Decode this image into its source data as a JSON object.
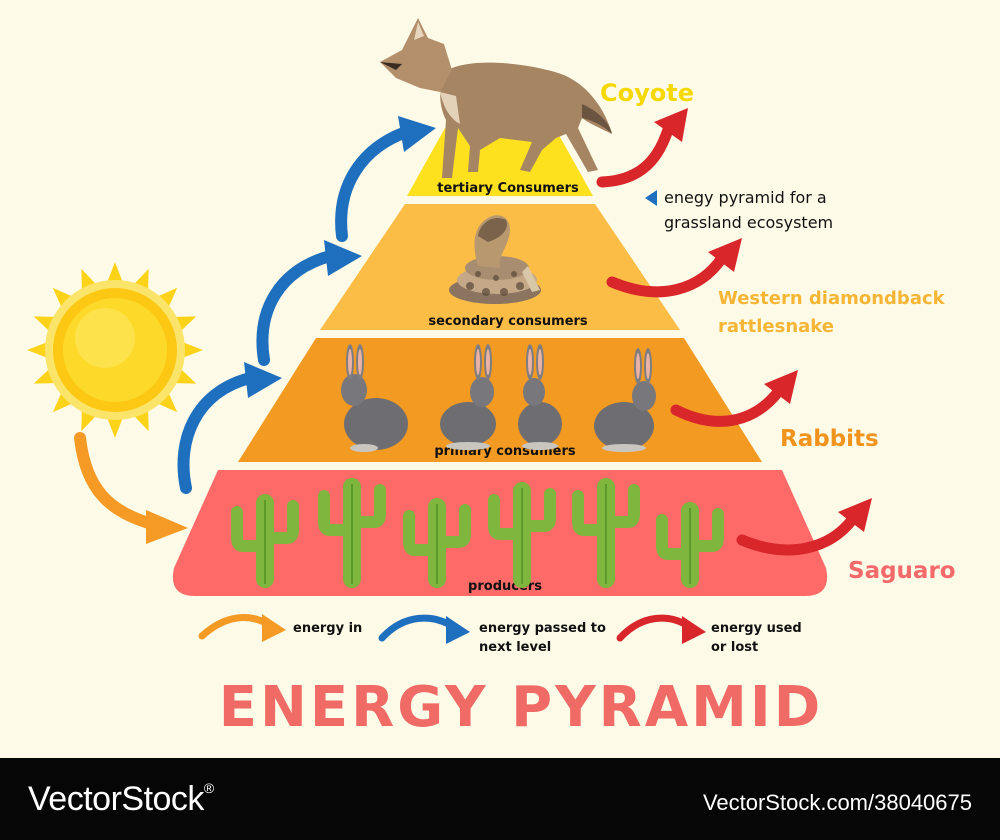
{
  "pyramid": {
    "levels": [
      {
        "label": "tertiary Consumers",
        "organism": "Coyote",
        "color": "#fde01e",
        "name_color": "#f5d800"
      },
      {
        "label": "secondary consumers",
        "organism": "Western diamondback rattlesnake",
        "organism_line1": "Western diamondback",
        "organism_line2": "rattlesnake",
        "color": "#fbbd45",
        "name_color": "#f6b535"
      },
      {
        "label": "primary consumers",
        "organism": "Rabbits",
        "color": "#f39a22",
        "name_color": "#f1931c"
      },
      {
        "label": "producers",
        "organism": "Saguaro",
        "color": "#fd6a68",
        "name_color": "#f4696a"
      }
    ]
  },
  "note": {
    "line1": "enegy pyramid for a",
    "line2": "grassland ecosystem"
  },
  "legend": {
    "energy_in": "energy in",
    "energy_passed_line1": "energy passed to",
    "energy_passed_line2": "next level",
    "energy_used_line1": "energy used",
    "energy_used_line2": "or lost"
  },
  "title": "ENERGY PYRAMID",
  "colors": {
    "energy_in_arrow": "#f49a25",
    "passed_arrow": "#1f6fbf",
    "lost_arrow": "#d8262b",
    "title": "#f06a66",
    "sun": "#fdd31a"
  },
  "watermark": {
    "brand": "VectorStock",
    "registered": "®",
    "url": "VectorStock.com/38040675"
  }
}
